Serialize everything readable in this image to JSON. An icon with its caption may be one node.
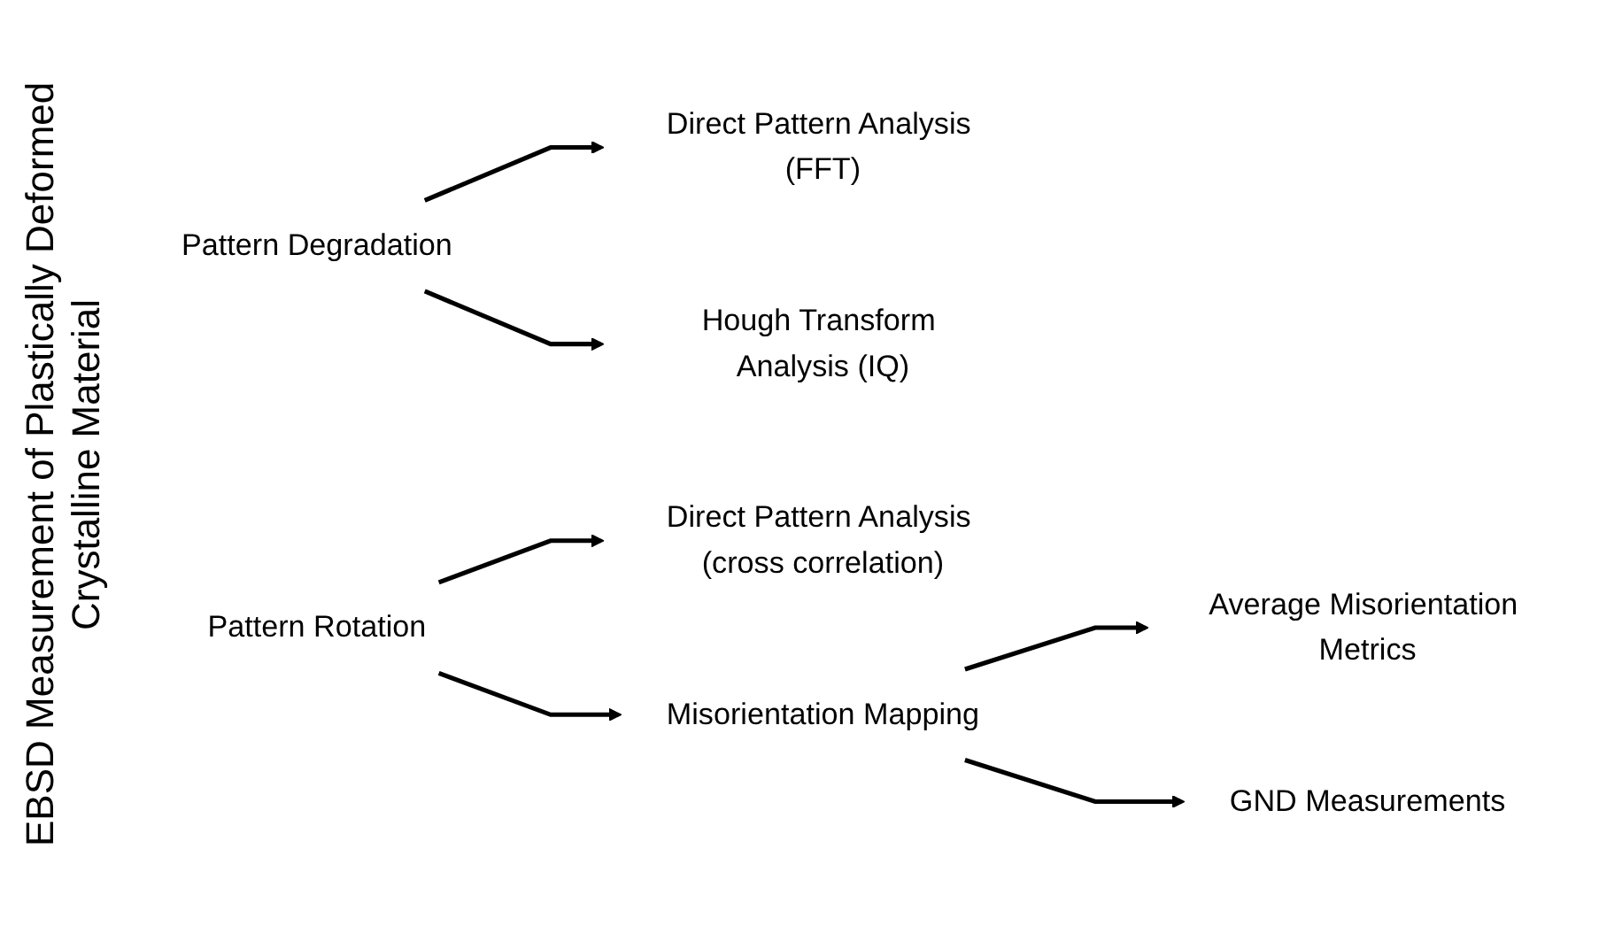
{
  "diagram": {
    "title": "EBSD Measurement of Plastically Deformed Crystalline Material",
    "nodes": [
      {
        "text": [
          "Pattern Degradation"
        ]
      },
      {
        "text": [
          "Direct Pattern Analysis (FFT)"
        ]
      },
      {
        "text": [
          "Hough Transform Analysis (IQ)"
        ]
      },
      {
        "text": [
          "Pattern Rotation"
        ]
      },
      {
        "text": [
          "Direct Pattern Analysis (cross correlation)"
        ]
      },
      {
        "text": [
          "Misorientation Mapping"
        ]
      },
      {
        "text": [
          "Average Misorientation Metrics"
        ]
      },
      {
        "text": [
          "GND Measurements"
        ]
      }
    ],
    "edges": [
      {
        "from": 0,
        "to": 1,
        "arrow": "to"
      },
      {
        "from": 0,
        "to": 2,
        "arrow": "to"
      },
      {
        "from": 3,
        "to": 4,
        "arrow": "to"
      },
      {
        "from": 3,
        "to": 5,
        "arrow": "to"
      },
      {
        "from": 5,
        "to": 6,
        "arrow": "to"
      },
      {
        "from": 5,
        "to": 7,
        "arrow": "to"
      }
    ]
  }
}
